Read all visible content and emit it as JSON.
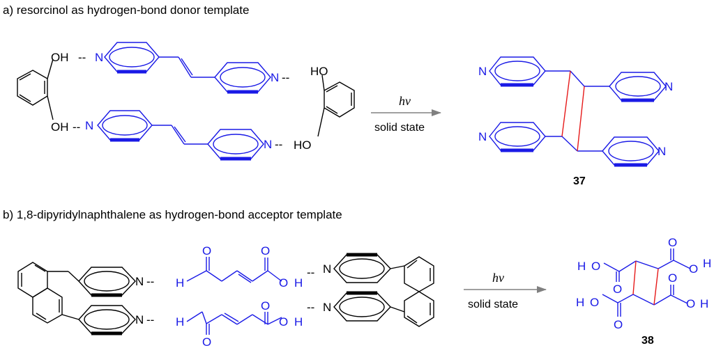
{
  "panel_a": {
    "caption": "a) resorcinol as hydrogen-bond donor template",
    "oh": "OH",
    "ho": "HO",
    "n": "N",
    "hbond_left": "--",
    "hbond_right": "--",
    "arrow_top": "hν",
    "arrow_bottom": "solid state",
    "product_number": "37"
  },
  "panel_b": {
    "caption": "b) 1,8-dipyridylnaphthalene as hydrogen-bond acceptor template",
    "n": "N",
    "h": "H",
    "o": "O",
    "hbond": "--",
    "arrow_top": "hν",
    "arrow_bottom": "solid state",
    "product_number": "38"
  },
  "colors": {
    "black": "#000000",
    "blue": "#1a1ae6",
    "red": "#e61a1a",
    "arrow": "#808080"
  }
}
